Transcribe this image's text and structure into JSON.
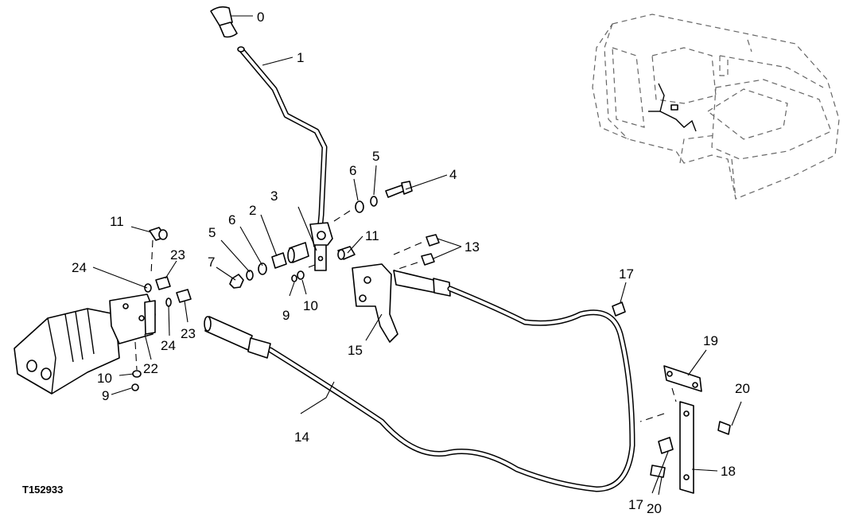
{
  "diagram": {
    "figure_id": "T152933",
    "callouts": [
      {
        "id": "c0",
        "text": "0"
      },
      {
        "id": "c1",
        "text": "1"
      },
      {
        "id": "c2",
        "text": "2"
      },
      {
        "id": "c3",
        "text": "3"
      },
      {
        "id": "c4",
        "text": "4"
      },
      {
        "id": "c5a",
        "text": "5"
      },
      {
        "id": "c5b",
        "text": "5"
      },
      {
        "id": "c6a",
        "text": "6"
      },
      {
        "id": "c6b",
        "text": "6"
      },
      {
        "id": "c7",
        "text": "7"
      },
      {
        "id": "c9a",
        "text": "9"
      },
      {
        "id": "c9b",
        "text": "9"
      },
      {
        "id": "c10a",
        "text": "10"
      },
      {
        "id": "c10b",
        "text": "10"
      },
      {
        "id": "c11a",
        "text": "11"
      },
      {
        "id": "c11b",
        "text": "11"
      },
      {
        "id": "c13",
        "text": "13"
      },
      {
        "id": "c14",
        "text": "14"
      },
      {
        "id": "c15",
        "text": "15"
      },
      {
        "id": "c17a",
        "text": "17"
      },
      {
        "id": "c17b",
        "text": "17"
      },
      {
        "id": "c18",
        "text": "18"
      },
      {
        "id": "c19",
        "text": "19"
      },
      {
        "id": "c20a",
        "text": "20"
      },
      {
        "id": "c20b",
        "text": "20"
      },
      {
        "id": "c22",
        "text": "22"
      },
      {
        "id": "c23a",
        "text": "23"
      },
      {
        "id": "c23b",
        "text": "23"
      },
      {
        "id": "c24a",
        "text": "24"
      },
      {
        "id": "c24b",
        "text": "24"
      }
    ]
  }
}
